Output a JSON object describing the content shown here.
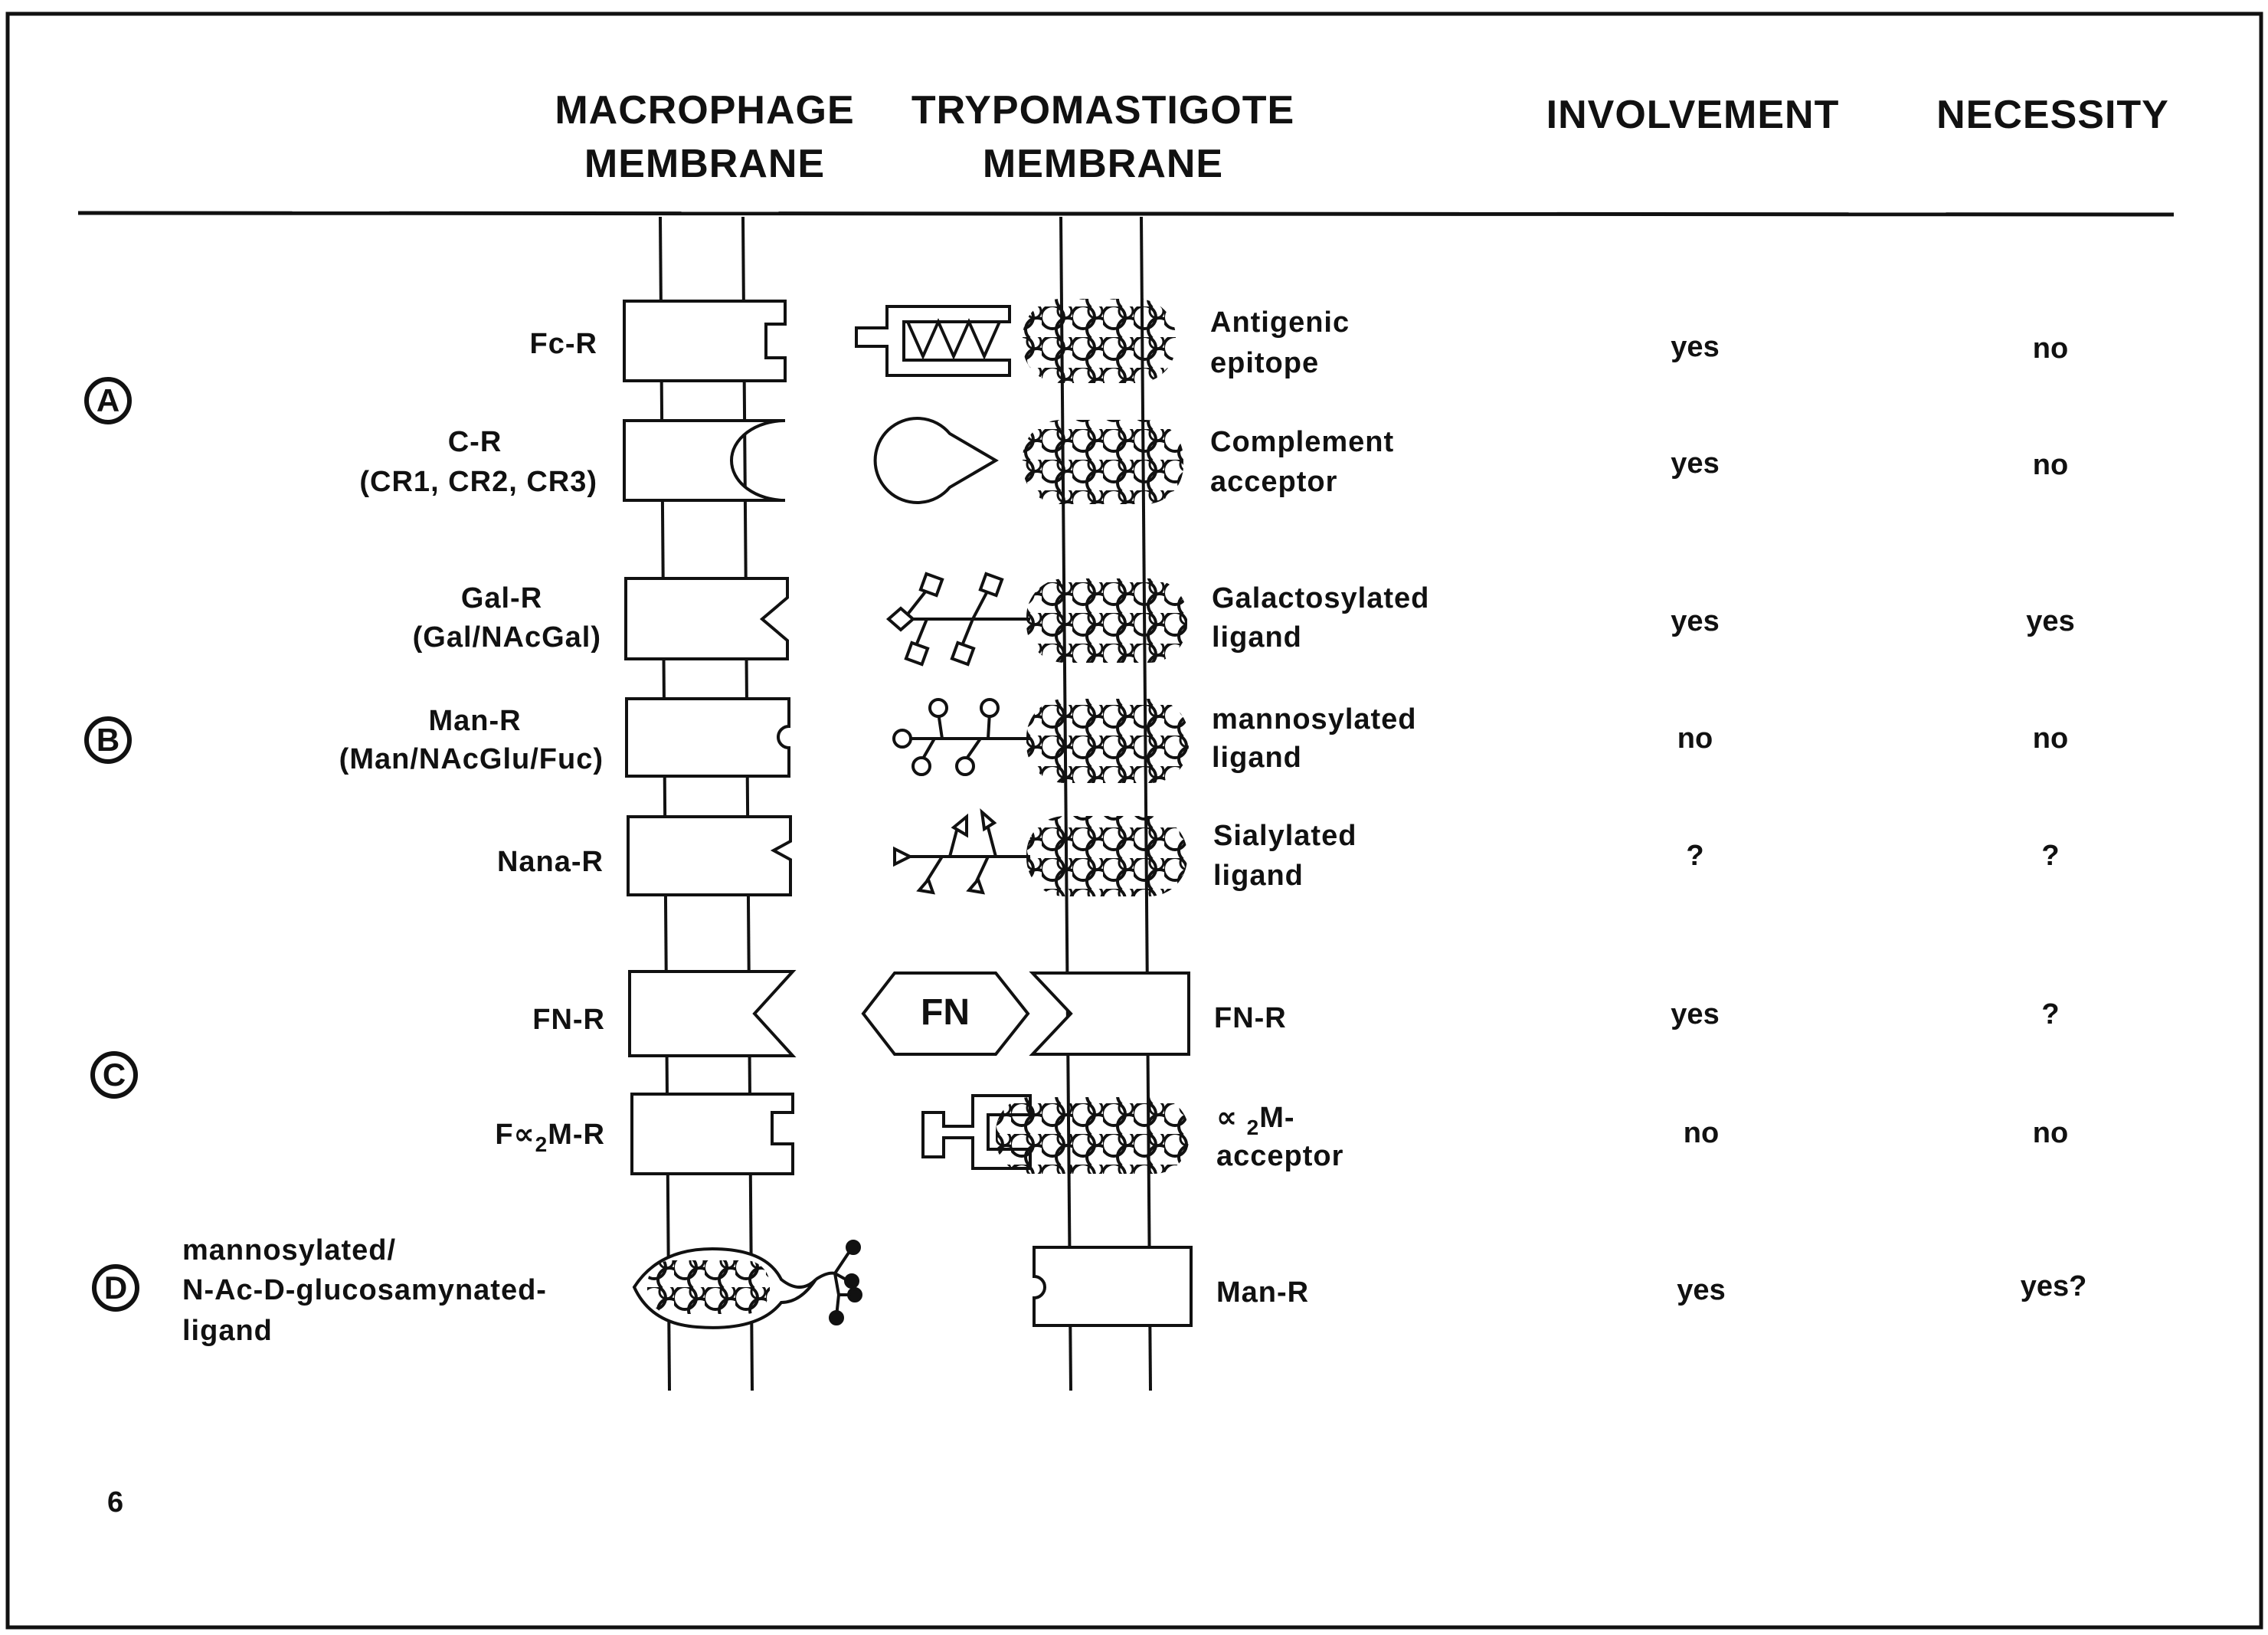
{
  "headers": {
    "macrophage_line1": "MACROPHAGE",
    "macrophage_line2": "MEMBRANE",
    "trypo_line1": "TRYPOMASTIGOTE",
    "trypo_line2": "MEMBRANE",
    "involvement": "INVOLVEMENT",
    "necessity": "NECESSITY"
  },
  "groups": [
    "A",
    "B",
    "C",
    "D"
  ],
  "rows": [
    {
      "receptor_l1": "Fc-R",
      "receptor_l2": "",
      "ligand_l1": "Antigenic",
      "ligand_l2": "epitope",
      "involvement": "yes",
      "necessity": "no"
    },
    {
      "receptor_l1": "C-R",
      "receptor_l2": "(CR1, CR2, CR3)",
      "ligand_l1": "Complement",
      "ligand_l2": "acceptor",
      "involvement": "yes",
      "necessity": "no"
    },
    {
      "receptor_l1": "Gal-R",
      "receptor_l2": "(Gal/NAcGal)",
      "ligand_l1": "Galactosylated",
      "ligand_l2": "ligand",
      "involvement": "yes",
      "necessity": "yes"
    },
    {
      "receptor_l1": "Man-R",
      "receptor_l2": "(Man/NAcGlu/Fuc)",
      "ligand_l1": "mannosylated",
      "ligand_l2": "ligand",
      "involvement": "no",
      "necessity": "no"
    },
    {
      "receptor_l1": "Nana-R",
      "receptor_l2": "",
      "ligand_l1": "Sialylated",
      "ligand_l2": "ligand",
      "involvement": "?",
      "necessity": "?"
    },
    {
      "receptor_l1": "FN-R",
      "receptor_l2": "",
      "ligand_l1": "FN-R",
      "ligand_l2": "",
      "involvement": "yes",
      "necessity": "?"
    },
    {
      "receptor_l1_pre": "F",
      "receptor_l1_alpha": "∝",
      "receptor_l1_sub": "2",
      "receptor_l1_post": "M-R",
      "ligand_alpha": "∝",
      "ligand_sub": "2",
      "ligand_l1_post": "M-",
      "ligand_l2": "acceptor",
      "involvement": "no",
      "necessity": "no"
    },
    {
      "receptor_l1": "mannosylated/",
      "receptor_l2": "N-Ac-D-glucosamynated-",
      "receptor_l3": "ligand",
      "ligand_l1": "Man-R",
      "involvement": "yes",
      "necessity": "yes?"
    }
  ],
  "fn_label": "FN",
  "page_number": "6"
}
